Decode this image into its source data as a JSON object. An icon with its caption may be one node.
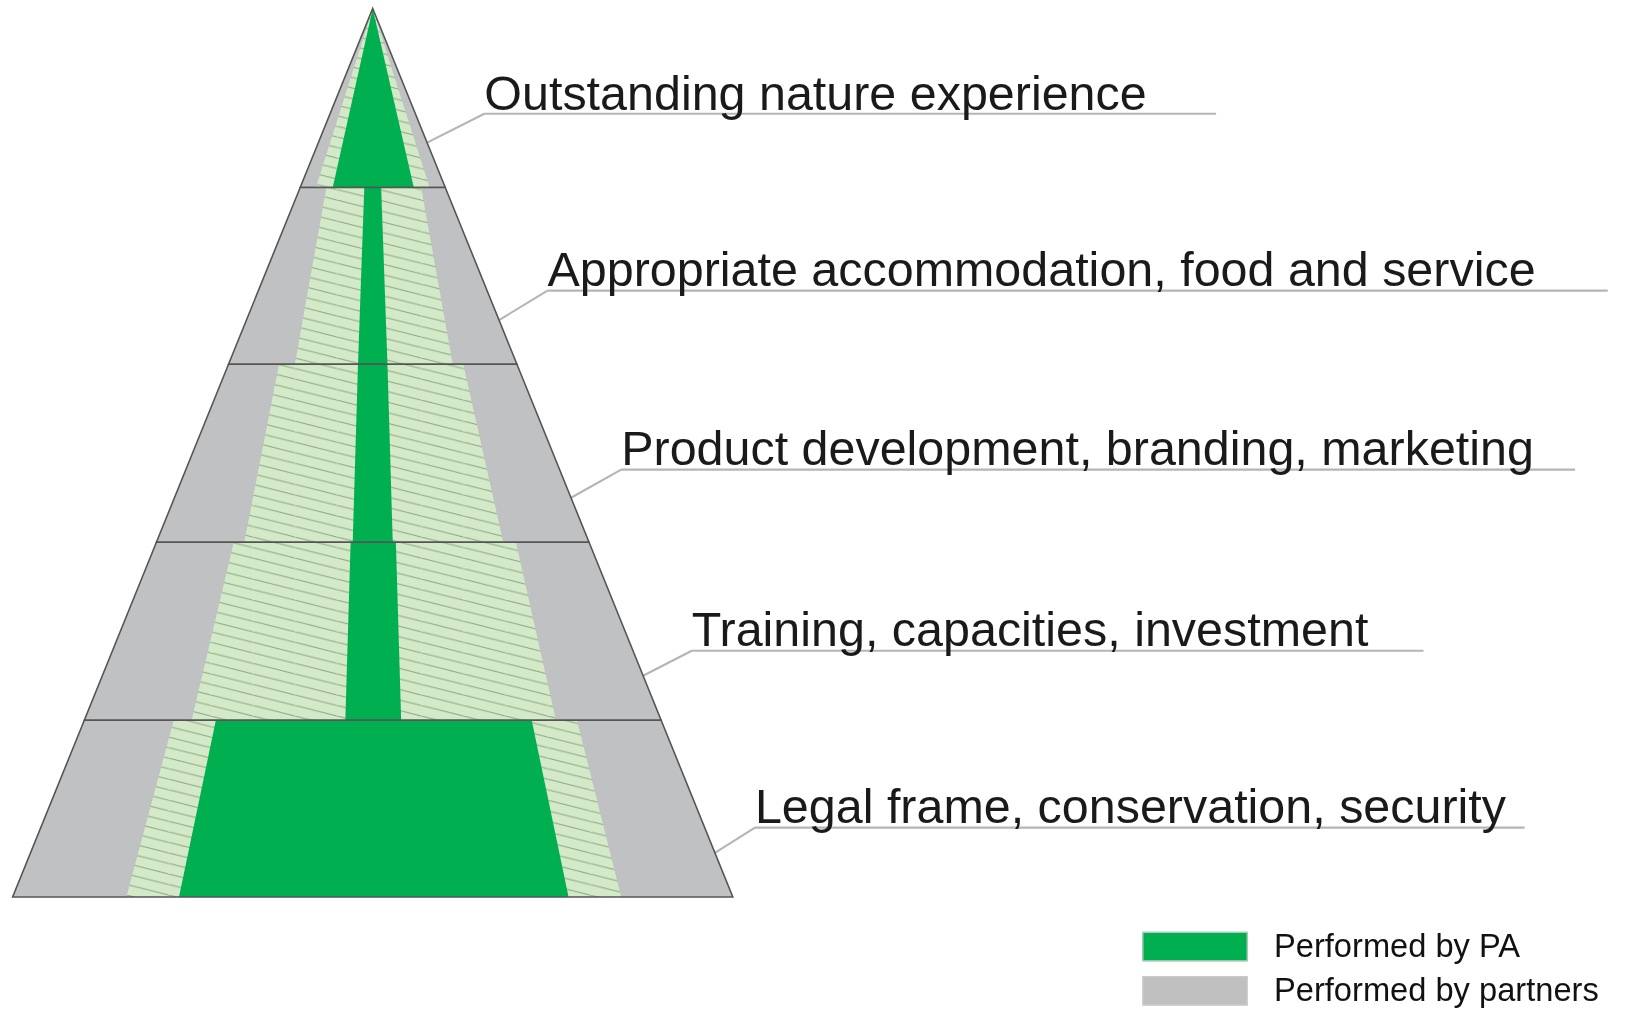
{
  "diagram": {
    "nodes": [
      {
        "text": [],
        "shape": "band"
      },
      {
        "text": [],
        "shape": "band"
      },
      {
        "text": [],
        "shape": "band"
      },
      {
        "text": [],
        "shape": "band"
      },
      {
        "text": [],
        "shape": "band"
      },
      {
        "text": [
          "Outstanding nature experience"
        ]
      },
      {
        "text": [
          "Appropriate accommodation, food and service"
        ]
      },
      {
        "text": [
          "Product development, branding, marketing"
        ]
      },
      {
        "text": [
          "Training, capacities, investment"
        ]
      },
      {
        "text": [
          "Legal frame, conservation, security"
        ]
      }
    ],
    "edges": [
      {
        "from": 5,
        "to": 0,
        "arrow": "none"
      },
      {
        "from": 6,
        "to": 1,
        "arrow": "none"
      },
      {
        "from": 7,
        "to": 2,
        "arrow": "none"
      },
      {
        "from": 8,
        "to": 3,
        "arrow": "none"
      },
      {
        "from": 9,
        "to": 4,
        "arrow": "none"
      }
    ],
    "legend": [
      {
        "text": "Performed by PA",
        "color": "#00b050"
      },
      {
        "text": "Performed by partners",
        "color": "#c0c0c0"
      }
    ]
  }
}
